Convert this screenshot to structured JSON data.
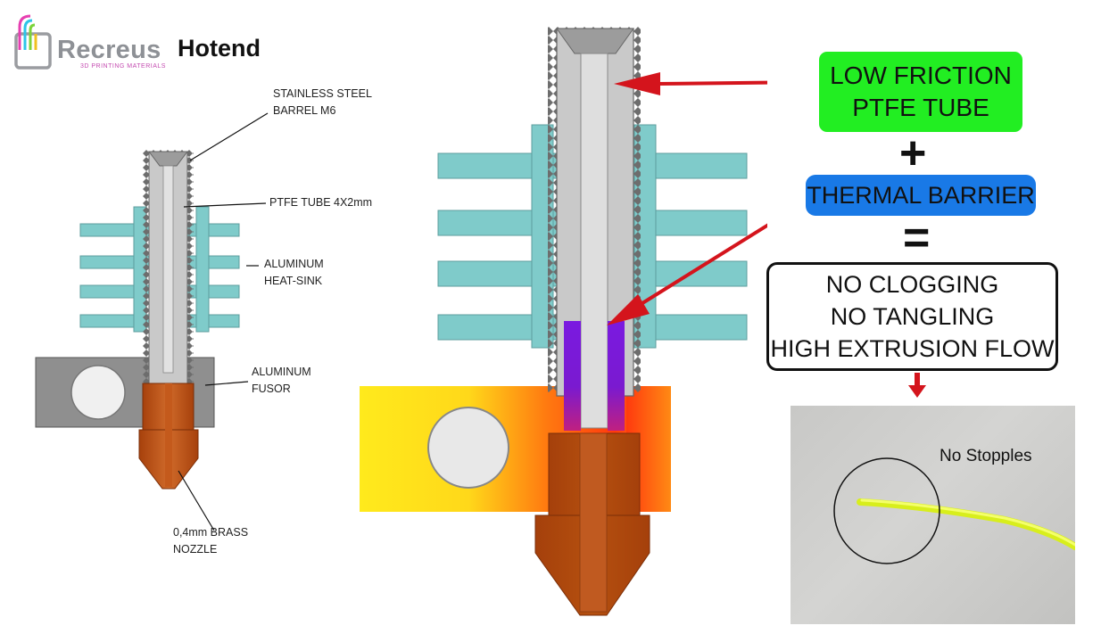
{
  "header": {
    "brand": "Recreus",
    "brand_tagline": "3D PRINTING MATERIALS",
    "product": "Hotend"
  },
  "labels": {
    "barrel": [
      "STAINLESS STEEL",
      "BARREL M6"
    ],
    "ptfe": [
      "PTFE TUBE 4X2mm"
    ],
    "heatsink": [
      "ALUMINUM",
      "HEAT-SINK"
    ],
    "fusor": [
      "ALUMINUM",
      "FUSOR"
    ],
    "nozzle": [
      "0,4mm BRASS",
      "NOZZLE"
    ]
  },
  "benefits": {
    "ptfe_lines": [
      "LOW FRICTION",
      "PTFE TUBE"
    ],
    "plus": "+",
    "barrier": "THERMAL BARRIER",
    "equals": "=",
    "result_lines": [
      "NO CLOGGING",
      "NO TANGLING",
      "HIGH EXTRUSION FLOW"
    ]
  },
  "photo": {
    "caption": "No Stopples"
  },
  "colors": {
    "steel": "#c9c9c9",
    "steel_dark": "#7c7c7c",
    "heatsink": "#7fcbca",
    "brass": "#b24a10",
    "fusor_gray": "#8f8f8f",
    "hot_yellow": "#ffea1c",
    "hot_orange": "#ff7a10",
    "barrier_purple": "#6a18d2",
    "arrow_red": "#d4141c",
    "ptfe_green": "#22ee22",
    "barrier_blue": "#1979e6",
    "filament": "#e4f52a"
  }
}
